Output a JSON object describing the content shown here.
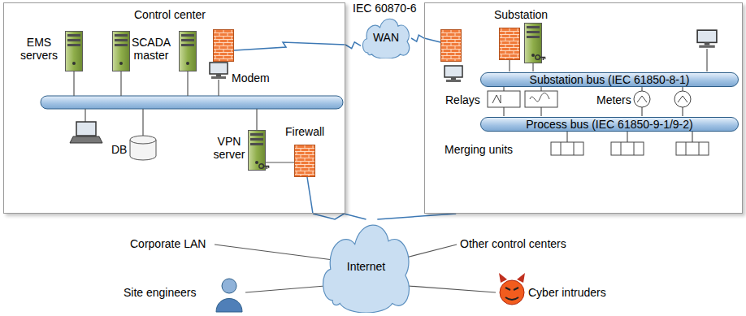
{
  "diagram": {
    "nodes": [
      {
        "text": [
          "Control center"
        ]
      },
      {
        "text": [
          "WAN"
        ]
      },
      {
        "text": [
          "Substation"
        ]
      },
      {
        "text": [
          "Substation bus (IEC 61850-8-1)"
        ],
        "in": 2
      },
      {
        "text": [
          "Process bus (IEC 61850-9-1/9-2)"
        ],
        "in": 2
      },
      {
        "text": [
          "Internet"
        ]
      }
    ],
    "edges": [
      {
        "from": 0,
        "to": 1,
        "arrow": "none"
      },
      {
        "from": 1,
        "to": 2,
        "arrow": "none"
      },
      {
        "from": 0,
        "to": 5,
        "arrow": "none"
      },
      {
        "from": 2,
        "to": 5,
        "arrow": "none"
      }
    ],
    "labels": [
      "IEC 60870-6",
      "EMS servers",
      "SCADA master",
      "Modem",
      "DB",
      "VPN server",
      "Firewall",
      "Relays",
      "Meters",
      "Merging units",
      "Corporate LAN",
      "Site engineers",
      "Other control centers",
      "Cyber intruders"
    ]
  }
}
